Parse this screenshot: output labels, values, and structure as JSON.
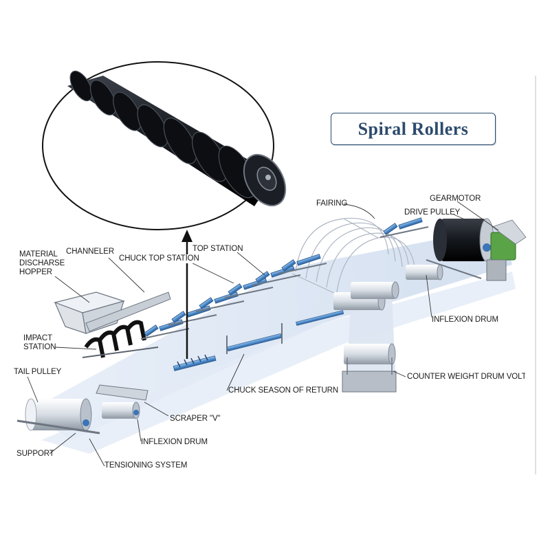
{
  "title": "Spiral Rollers",
  "labels": {
    "gearmotor": "GEARMOTOR",
    "drive_pulley": "DRIVE PULLEY",
    "fairing": "FAIRING",
    "top_station": "TOP STATION",
    "chuck_top_station": "CHUCK TOP STATION",
    "channeler": "CHANNELER",
    "material_hopper_line1": "MATERIAL",
    "material_hopper_line2": "DISCHARSE",
    "material_hopper_line3": "HOPPER",
    "impact_station_line1": "IMPACT",
    "impact_station_line2": "STATION",
    "tail_pulley": "TAIL PULLEY",
    "inflexion_drum_right": "INFLEXION DRUM",
    "counter_weight": "COUNTER WEIGHT DRUM VOLTAGE",
    "chuck_season_of_return": "CHUCK SEASON OF RETURN",
    "scraper_v": "SCRAPER \"V\"",
    "inflexion_drum_left": "INFLEXION DRUM",
    "support": "SUPPORT",
    "tensioning_system": "TENSIONING SYSTEM"
  },
  "colors": {
    "belt": "#dce6f3",
    "roller_blue": "#4f8fd0",
    "frame": "#6d7681",
    "title_text": "#2c4a6d",
    "gearmotor_green": "#5aa347"
  }
}
